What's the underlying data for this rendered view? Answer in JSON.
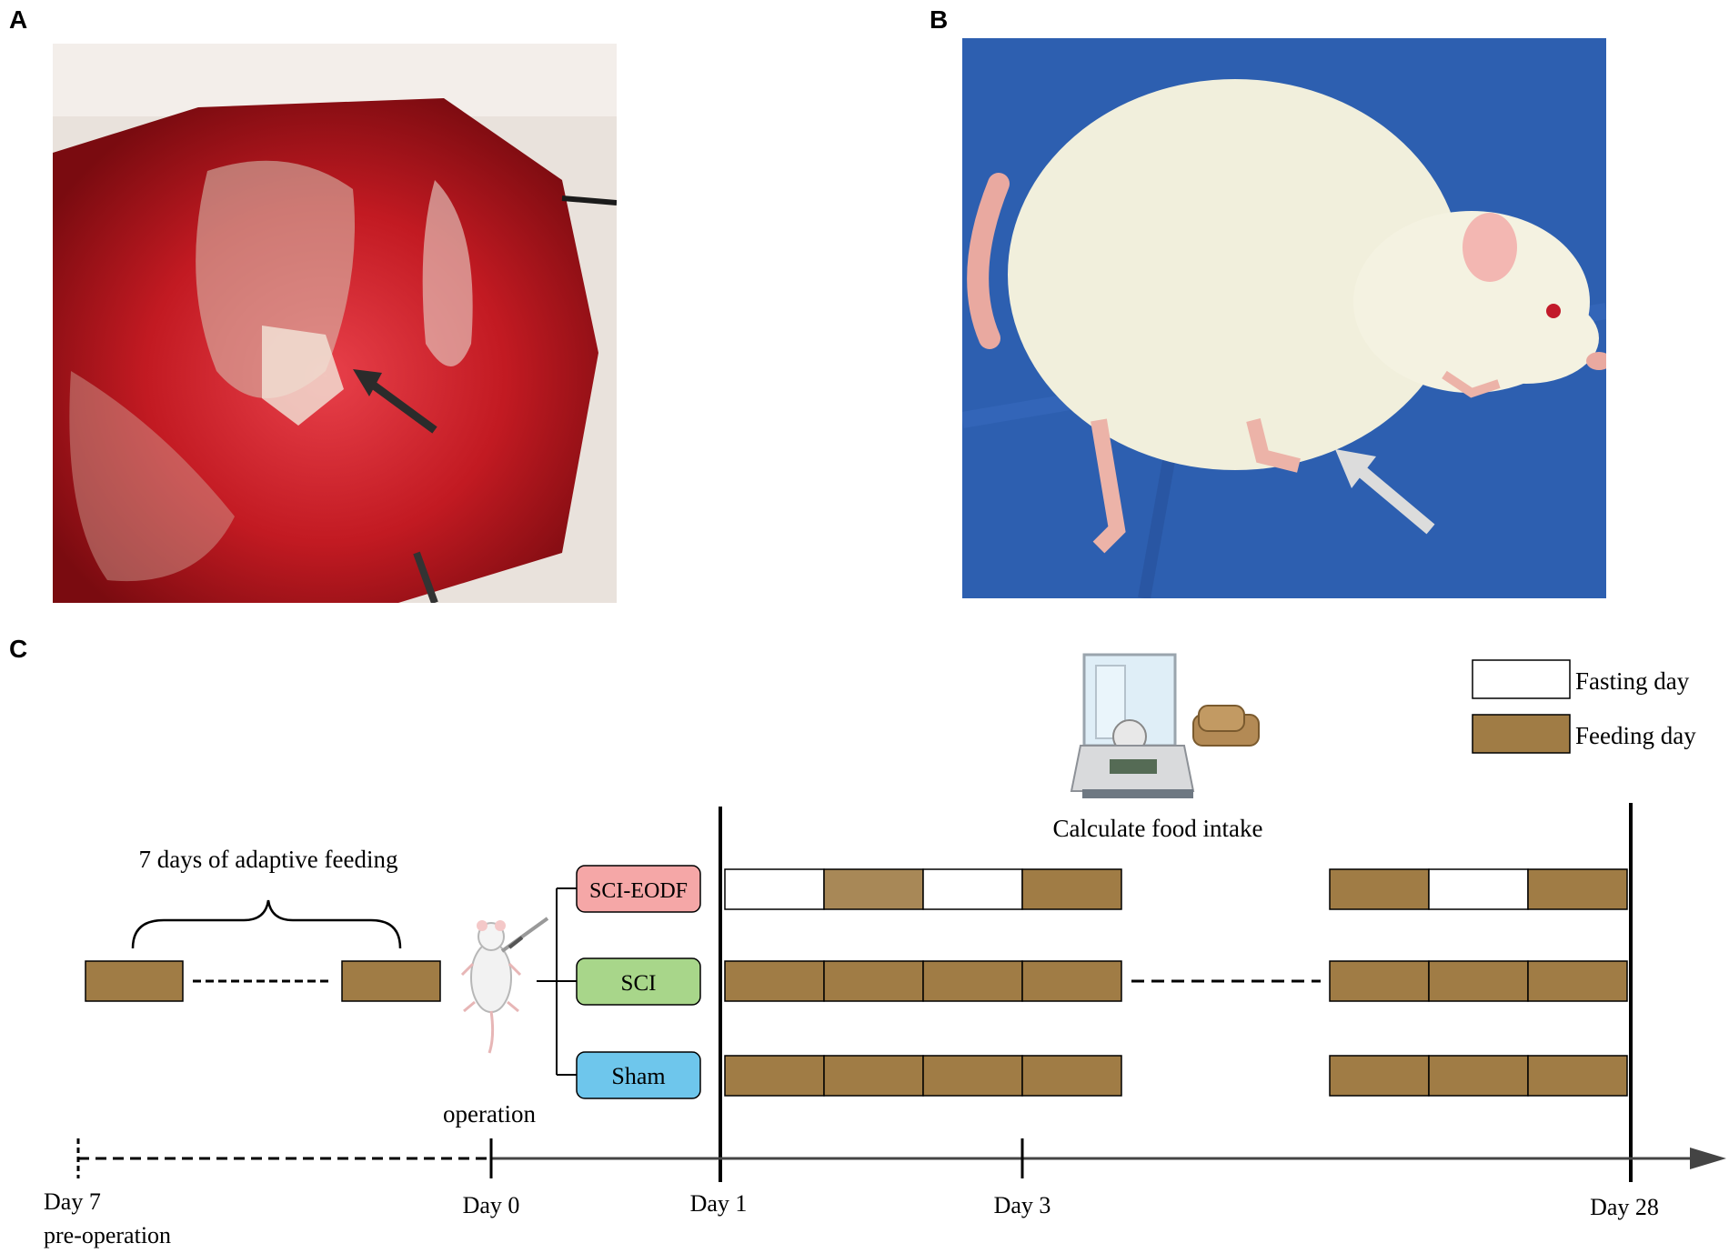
{
  "panels": {
    "a": "A",
    "b": "B",
    "c": "C"
  },
  "colors": {
    "feeding": "#a07c45",
    "feeding_dim": "#a88857",
    "fasting": "#ffffff",
    "sci_eodf": "#f5a7a7",
    "sci": "#a8d68a",
    "sham": "#6ec6ec"
  },
  "icons": {
    "balance": "analytical-balance-icon",
    "food": "food-pellet-icon",
    "rat": "rat-icon",
    "syringe": "syringe-icon"
  },
  "legend": {
    "fasting": "Fasting day",
    "feeding": "Feeding day"
  },
  "labels": {
    "adaptive": "7 days of adaptive feeding",
    "calculate": "Calculate food intake",
    "operation": "operation"
  },
  "groups": [
    "SCI-EODF",
    "SCI",
    "Sham"
  ],
  "schedule": {
    "sci_eodf": [
      "fasting",
      "feeding",
      "fasting",
      "feeding",
      "feeding",
      "fasting",
      "feeding"
    ],
    "sci": [
      "feeding",
      "feeding",
      "feeding",
      "feeding",
      "feeding",
      "feeding",
      "feeding"
    ],
    "sham": [
      "feeding",
      "feeding",
      "feeding",
      "feeding",
      "feeding",
      "feeding",
      "feeding"
    ]
  },
  "timeline": {
    "day7": "Day 7",
    "preop": "pre-operation",
    "day0": "Day 0",
    "day1": "Day 1",
    "day3": "Day 3",
    "day28": "Day 28"
  }
}
